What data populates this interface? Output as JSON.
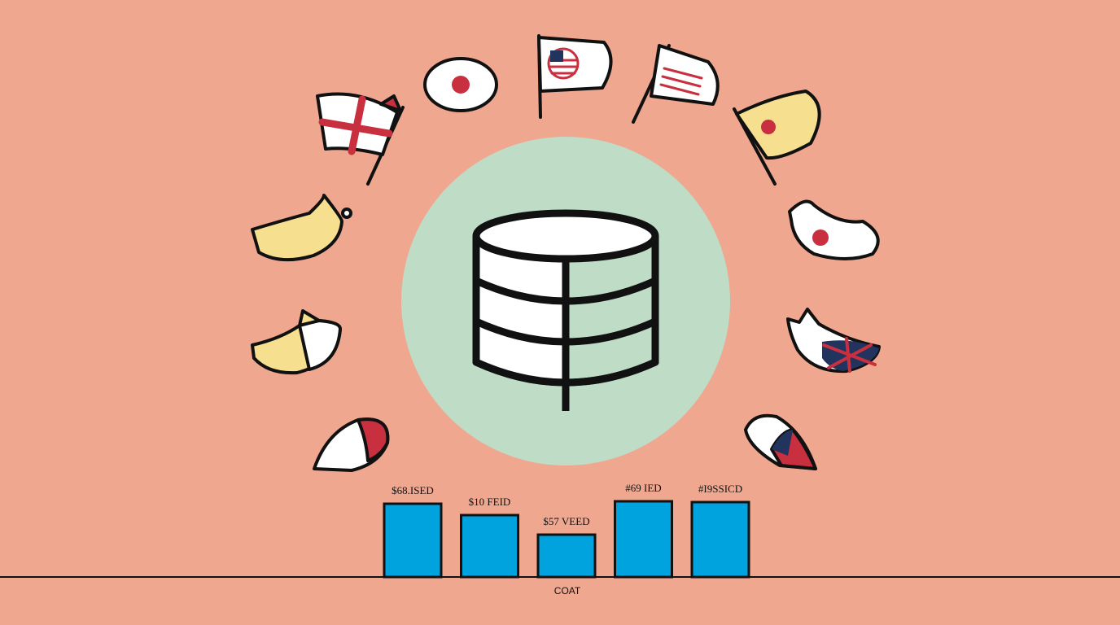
{
  "colors": {
    "background": "#EFA78F",
    "circle": "#BFDCC7",
    "bars": "#00A3DE",
    "outline": "#111111",
    "flag_red": "#C8303F",
    "flag_yellow": "#F6DF8E",
    "flag_white": "#FFFFFF",
    "flag_navy": "#22335E"
  },
  "center_icon": "database-icon",
  "flags": [
    {
      "name": "england-flag-icon"
    },
    {
      "name": "japan-flag-icon"
    },
    {
      "name": "usa-flag-icon"
    },
    {
      "name": "striped-flag-icon"
    },
    {
      "name": "spain-flag-icon"
    },
    {
      "name": "yellow-flag-left-icon"
    },
    {
      "name": "japan-flag-right-icon"
    },
    {
      "name": "yellow-white-flag-icon"
    },
    {
      "name": "union-flag-icon"
    },
    {
      "name": "white-red-flag-icon"
    },
    {
      "name": "navy-red-flag-icon"
    }
  ],
  "chart_data": {
    "type": "bar",
    "categories": [
      "$68.ISED",
      "$10 FEID",
      "$57 VEED",
      "#69 IED",
      "#I9SSICD"
    ],
    "values": [
      90,
      76,
      52,
      93,
      92
    ],
    "xlabel": "COAT",
    "ylabel": "",
    "ylim": [
      0,
      100
    ]
  }
}
